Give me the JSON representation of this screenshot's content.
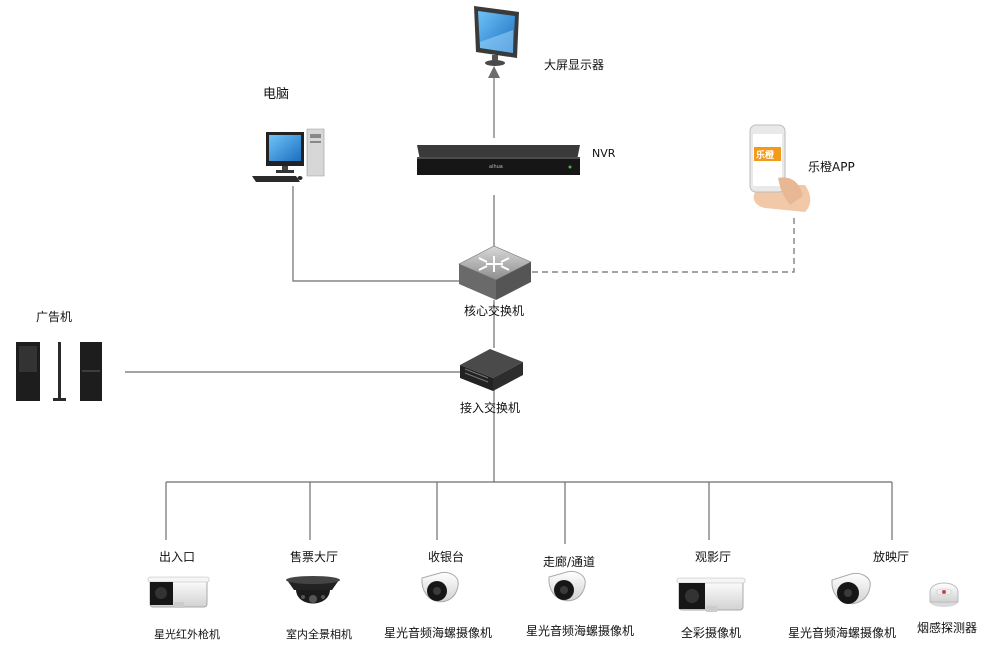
{
  "nodes": {
    "display": "大屏显示器",
    "pc": "电脑",
    "nvr": "NVR",
    "app": "乐橙APP",
    "app_logo": "乐橙",
    "core_switch": "核心交换机",
    "access_switch": "接入交换机",
    "ad_machine": "广告机"
  },
  "locations": [
    "出入口",
    "售票大厅",
    "收银台",
    "走廊/通道",
    "观影厅",
    "放映厅"
  ],
  "devices": [
    "星光红外枪机",
    "室内全景相机",
    "星光音频海螺摄像机",
    "星光音频海螺摄像机",
    "全彩摄像机",
    "星光音频海螺摄像机",
    "烟感探测器"
  ],
  "colors": {
    "line": "#6d6d6d",
    "device_dark": "#1e1e1e",
    "screen_blue": "#2b86d6",
    "app_orange": "#f39a1a"
  }
}
